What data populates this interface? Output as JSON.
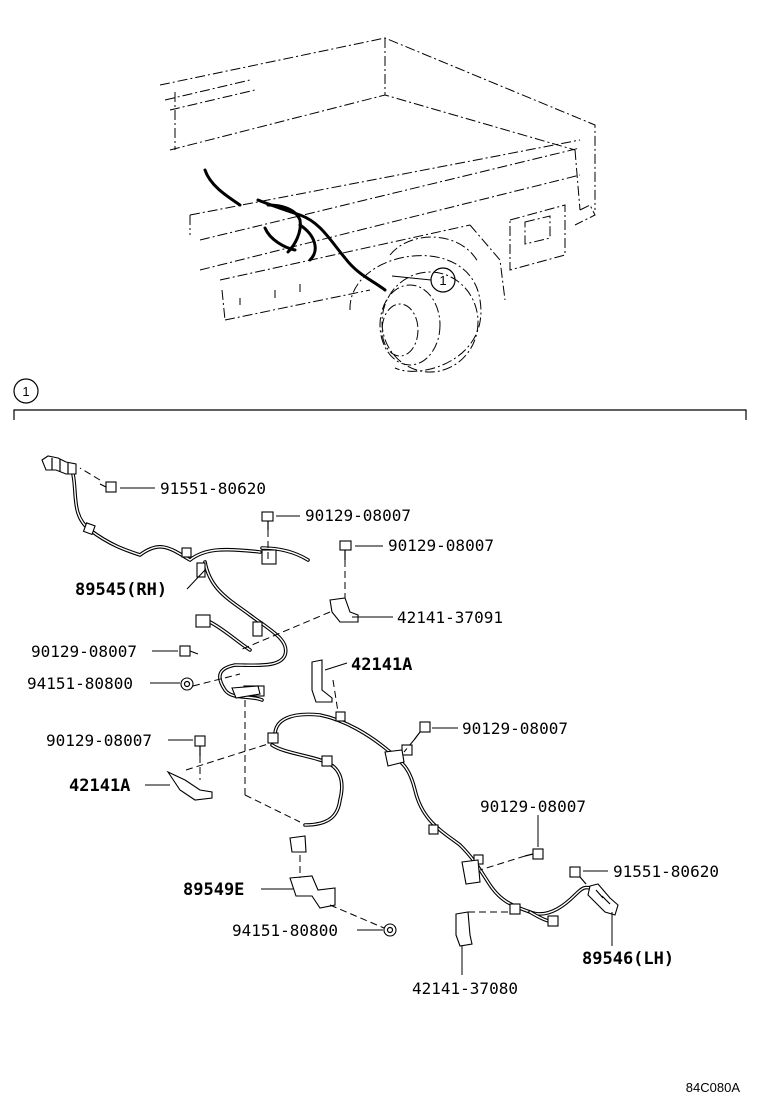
{
  "callout": {
    "number": "1"
  },
  "labels": {
    "p1": "91551-80620",
    "p2": "90129-08007",
    "p3": "90129-08007",
    "p4": "89545(RH)",
    "p5": "42141-37091",
    "p6": "90129-08007",
    "p7": "42141A",
    "p8": "94151-80800",
    "p9": "90129-08007",
    "p10": "90129-08007",
    "p11": "42141A",
    "p12": "90129-08007",
    "p13": "91551-80620",
    "p14": "89549E",
    "p15": "94151-80800",
    "p16": "89546(LH)",
    "p17": "42141-37080"
  },
  "diagram_code": "84C080A"
}
